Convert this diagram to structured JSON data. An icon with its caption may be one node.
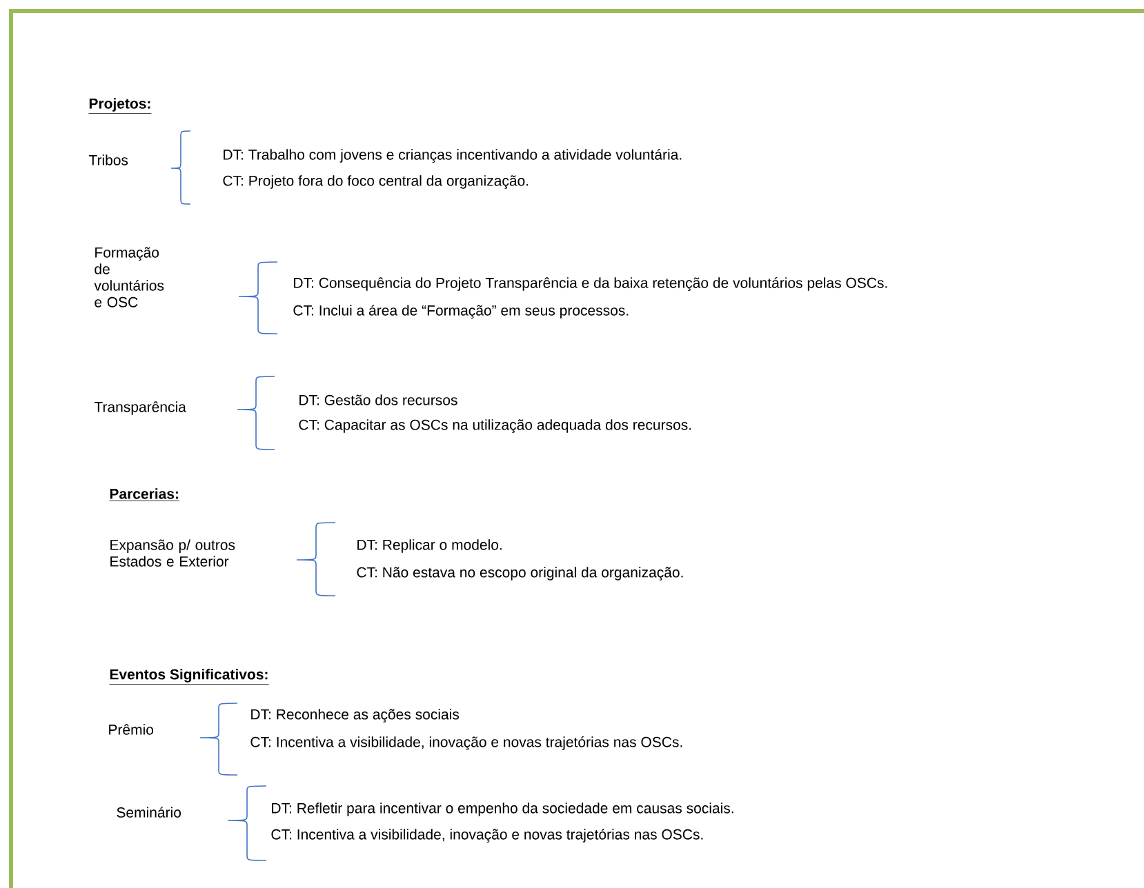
{
  "diagram": {
    "labels": [
      "Projetos:",
      "Tribos",
      "DT: Trabalho com jovens e crianças incentivando a atividade voluntária.",
      "CT: Projeto fora do foco central da organização.",
      "Formação de voluntários e OSC",
      "DT: Consequência do Projeto Transparência e da baixa retenção de voluntários pelas OSCs.",
      "CT: Inclui a área de “Formação” em seus processos.",
      "Transparência",
      "DT: Gestão dos recursos",
      "CT: Capacitar as OSCs na utilização adequada dos recursos.",
      "**Parcerias**:",
      "Expansão p/ outros Estados e Exterior",
      "DT: Replicar o modelo.",
      "CT: Não estava no escopo original da organização.",
      "Eventos Significativos:",
      "Prêmio",
      "DT: Reconhece as ações sociais",
      "CT: Incentiva a visibilidade, inovação e novas trajetórias nas OSCs.",
      "Seminário",
      "DT: Refletir para incentivar o empenho da sociedade em causas sociais.",
      "CT: Incentiva a visibilidade, inovação e novas trajetórias nas OSCs."
    ]
  }
}
